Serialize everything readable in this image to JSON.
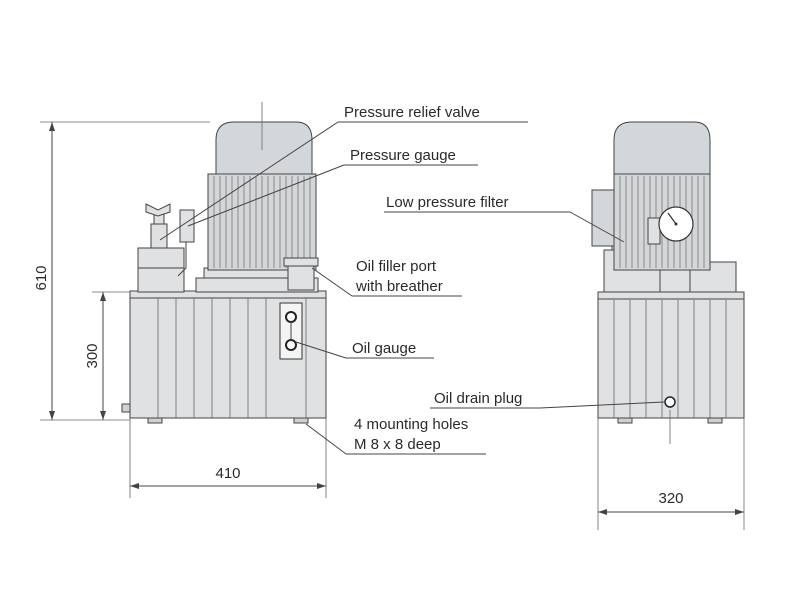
{
  "labels": {
    "pressure_relief_valve": "Pressure relief valve",
    "pressure_gauge": "Pressure gauge",
    "low_pressure_filter": "Low pressure filter",
    "oil_filler_port_line1": "Oil filler port",
    "oil_filler_port_line2": "with breather",
    "oil_gauge": "Oil gauge",
    "oil_drain_plug": "Oil drain plug",
    "mounting_holes_line1": "4 mounting holes",
    "mounting_holes_line2": "M 8 x 8 deep"
  },
  "dimensions": {
    "total_height": "610",
    "tank_height": "300",
    "front_width": "410",
    "side_width": "320"
  }
}
